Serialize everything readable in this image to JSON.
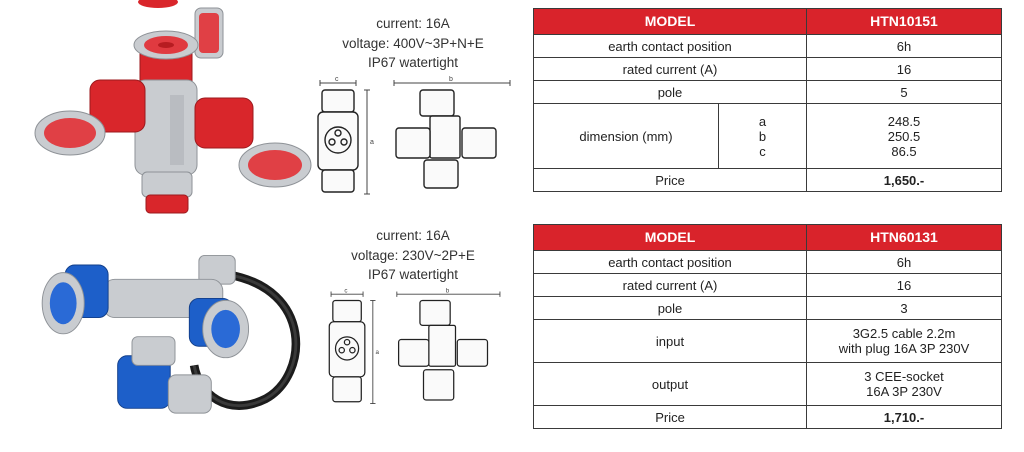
{
  "products": [
    {
      "specs": [
        "current: 16A",
        "voltage: 400V~3P+N+E",
        "IP67 watertight"
      ],
      "drawing_labels": {
        "c": "c",
        "b": "b",
        "a": "a"
      },
      "table": {
        "header": {
          "model_label": "MODEL",
          "model_value": "HTN10151"
        },
        "earth_contact": {
          "label": "earth contact position",
          "value": "6h"
        },
        "rated_current": {
          "label": "rated current (A)",
          "value": "16"
        },
        "pole": {
          "label": "pole",
          "value": "5"
        },
        "dimension": {
          "label": "dimension (mm)",
          "letters": [
            "a",
            "b",
            "c"
          ],
          "values": [
            "248.5",
            "250.5",
            "86.5"
          ]
        },
        "price": {
          "label": "Price",
          "value": "1,650.-"
        }
      },
      "colors": {
        "body": "#d9262b",
        "housing": "#c9ccd0"
      }
    },
    {
      "specs": [
        "current: 16A",
        "voltage: 230V~2P+E",
        "IP67 watertight"
      ],
      "drawing_labels": {
        "c": "c",
        "b": "b",
        "a": "a"
      },
      "table": {
        "header": {
          "model_label": "MODEL",
          "model_value": "HTN60131"
        },
        "earth_contact": {
          "label": "earth contact position",
          "value": "6h"
        },
        "rated_current": {
          "label": "rated current (A)",
          "value": "16"
        },
        "pole": {
          "label": "pole",
          "value": "3"
        },
        "input": {
          "label": "input",
          "lines": [
            "3G2.5 cable 2.2m",
            "with plug 16A 3P 230V"
          ]
        },
        "output": {
          "label": "output",
          "lines": [
            "3 CEE-socket",
            "16A 3P 230V"
          ]
        },
        "price": {
          "label": "Price",
          "value": "1,710.-"
        }
      },
      "colors": {
        "body": "#1d5fc9",
        "housing": "#c9ccd0"
      }
    }
  ],
  "colors": {
    "header_bg": "#d9232b",
    "header_text": "#ffffff",
    "border": "#3a3a3a"
  }
}
